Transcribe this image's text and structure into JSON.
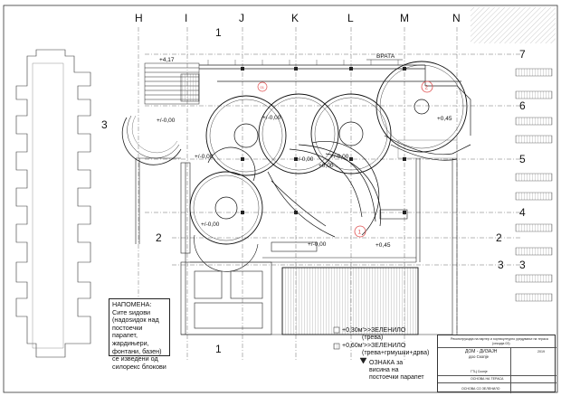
{
  "grid": {
    "letters": [
      "H",
      "I",
      "J",
      "K",
      "L",
      "M",
      "N"
    ],
    "right_numbers": [
      "7",
      "6",
      "5",
      "4",
      "3",
      "2"
    ],
    "left_numbers": [
      "1",
      "3",
      "2"
    ]
  },
  "elevations": {
    "top_left": "+4,17",
    "left_plaza": "+/-0,00",
    "circle_a": "+/-0,00",
    "circle_b": "+/-0,00",
    "circle_c": "+/-0,00",
    "center": "+/-0,00",
    "lower_left": "+/-0,00",
    "lower_mid": "+/-0,00",
    "right_mid": "+0,45",
    "upper_right": "+0,45",
    "small_left": "+0,00"
  },
  "labels": {
    "gate": "ВРАТА",
    "marker_1": "1",
    "marker_2": "2",
    "marker_3": "3",
    "marker_01": "01"
  },
  "note": {
    "title": "НАПОМЕНА:",
    "body": "Сите ѕидови (надоѕидок над постоечки парапет, жардињери, фонтани, базен) се изведени од силорекс блокови"
  },
  "legend": {
    "item1_line1": "+0,30м'>>ЗЕЛЕНИЛО",
    "item1_line2": "(трева)",
    "item2_line1": "+0,60м'>>ЗЕЛЕНИЛО",
    "item2_line2": "(трева+грмушки+дрва)",
    "item3_line1": "ОЗНАКА за",
    "item3_line2": "висина на",
    "item3_line3": "постоечки парапет"
  },
  "title_block": {
    "project": "Реконструкција на партер и хортикултурно уредување на тераса",
    "subtitle": "(секција 03)",
    "company": "ДОМ - ДИЗАЈН",
    "company_sub": "доо Скопје",
    "city": "ГТЦ Скопје",
    "sheet_title": "ОСНОВА НА ТЕРАСА",
    "date": "2019",
    "drawing": "ОСНОВА СО ЗЕЛЕНИЛО"
  },
  "colors": {
    "line": "#1a1a1a",
    "accent_marker": "#e05050",
    "hatch": "#8a8a8a"
  }
}
